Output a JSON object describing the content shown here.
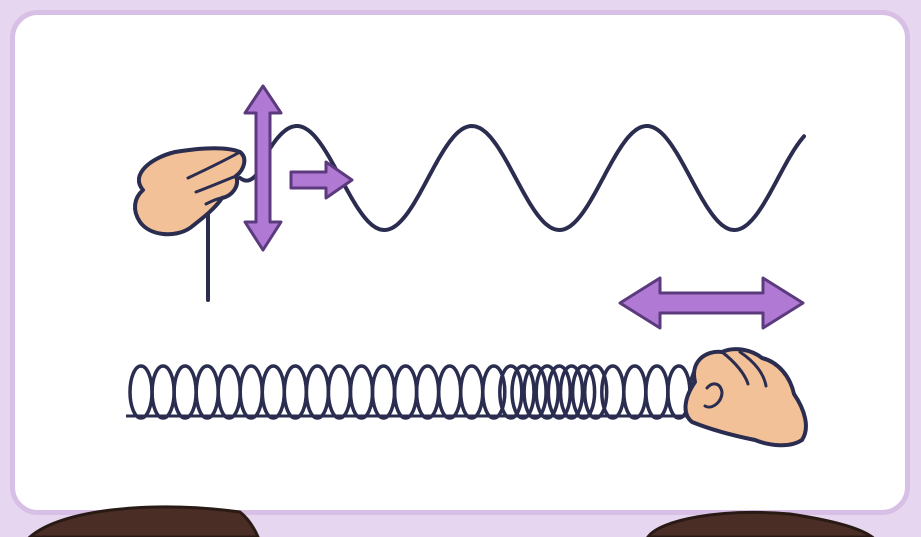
{
  "colors": {
    "background": "#e7d6ef",
    "card": "#ffffff",
    "card_border": "#d8bfe6",
    "ink": "#2a2d4f",
    "arrow_fill": "#b07ad4",
    "arrow_stroke": "#5b3a7d",
    "skin": "#f3c197",
    "hair": "#4a2d25"
  },
  "icons": {
    "transverse_hand": "hand-holding-rope-icon",
    "vertical_arrow": "double-arrow-vertical-icon",
    "propagation_arrow": "arrow-right-icon",
    "horizontal_arrow": "double-arrow-horizontal-icon",
    "spring_hand": "hand-pushing-spring-icon"
  },
  "diagram": {
    "transverse_wave": {
      "kind": "transverse",
      "cycles": 3
    },
    "longitudinal_wave": {
      "kind": "longitudinal",
      "coils": 30
    }
  }
}
